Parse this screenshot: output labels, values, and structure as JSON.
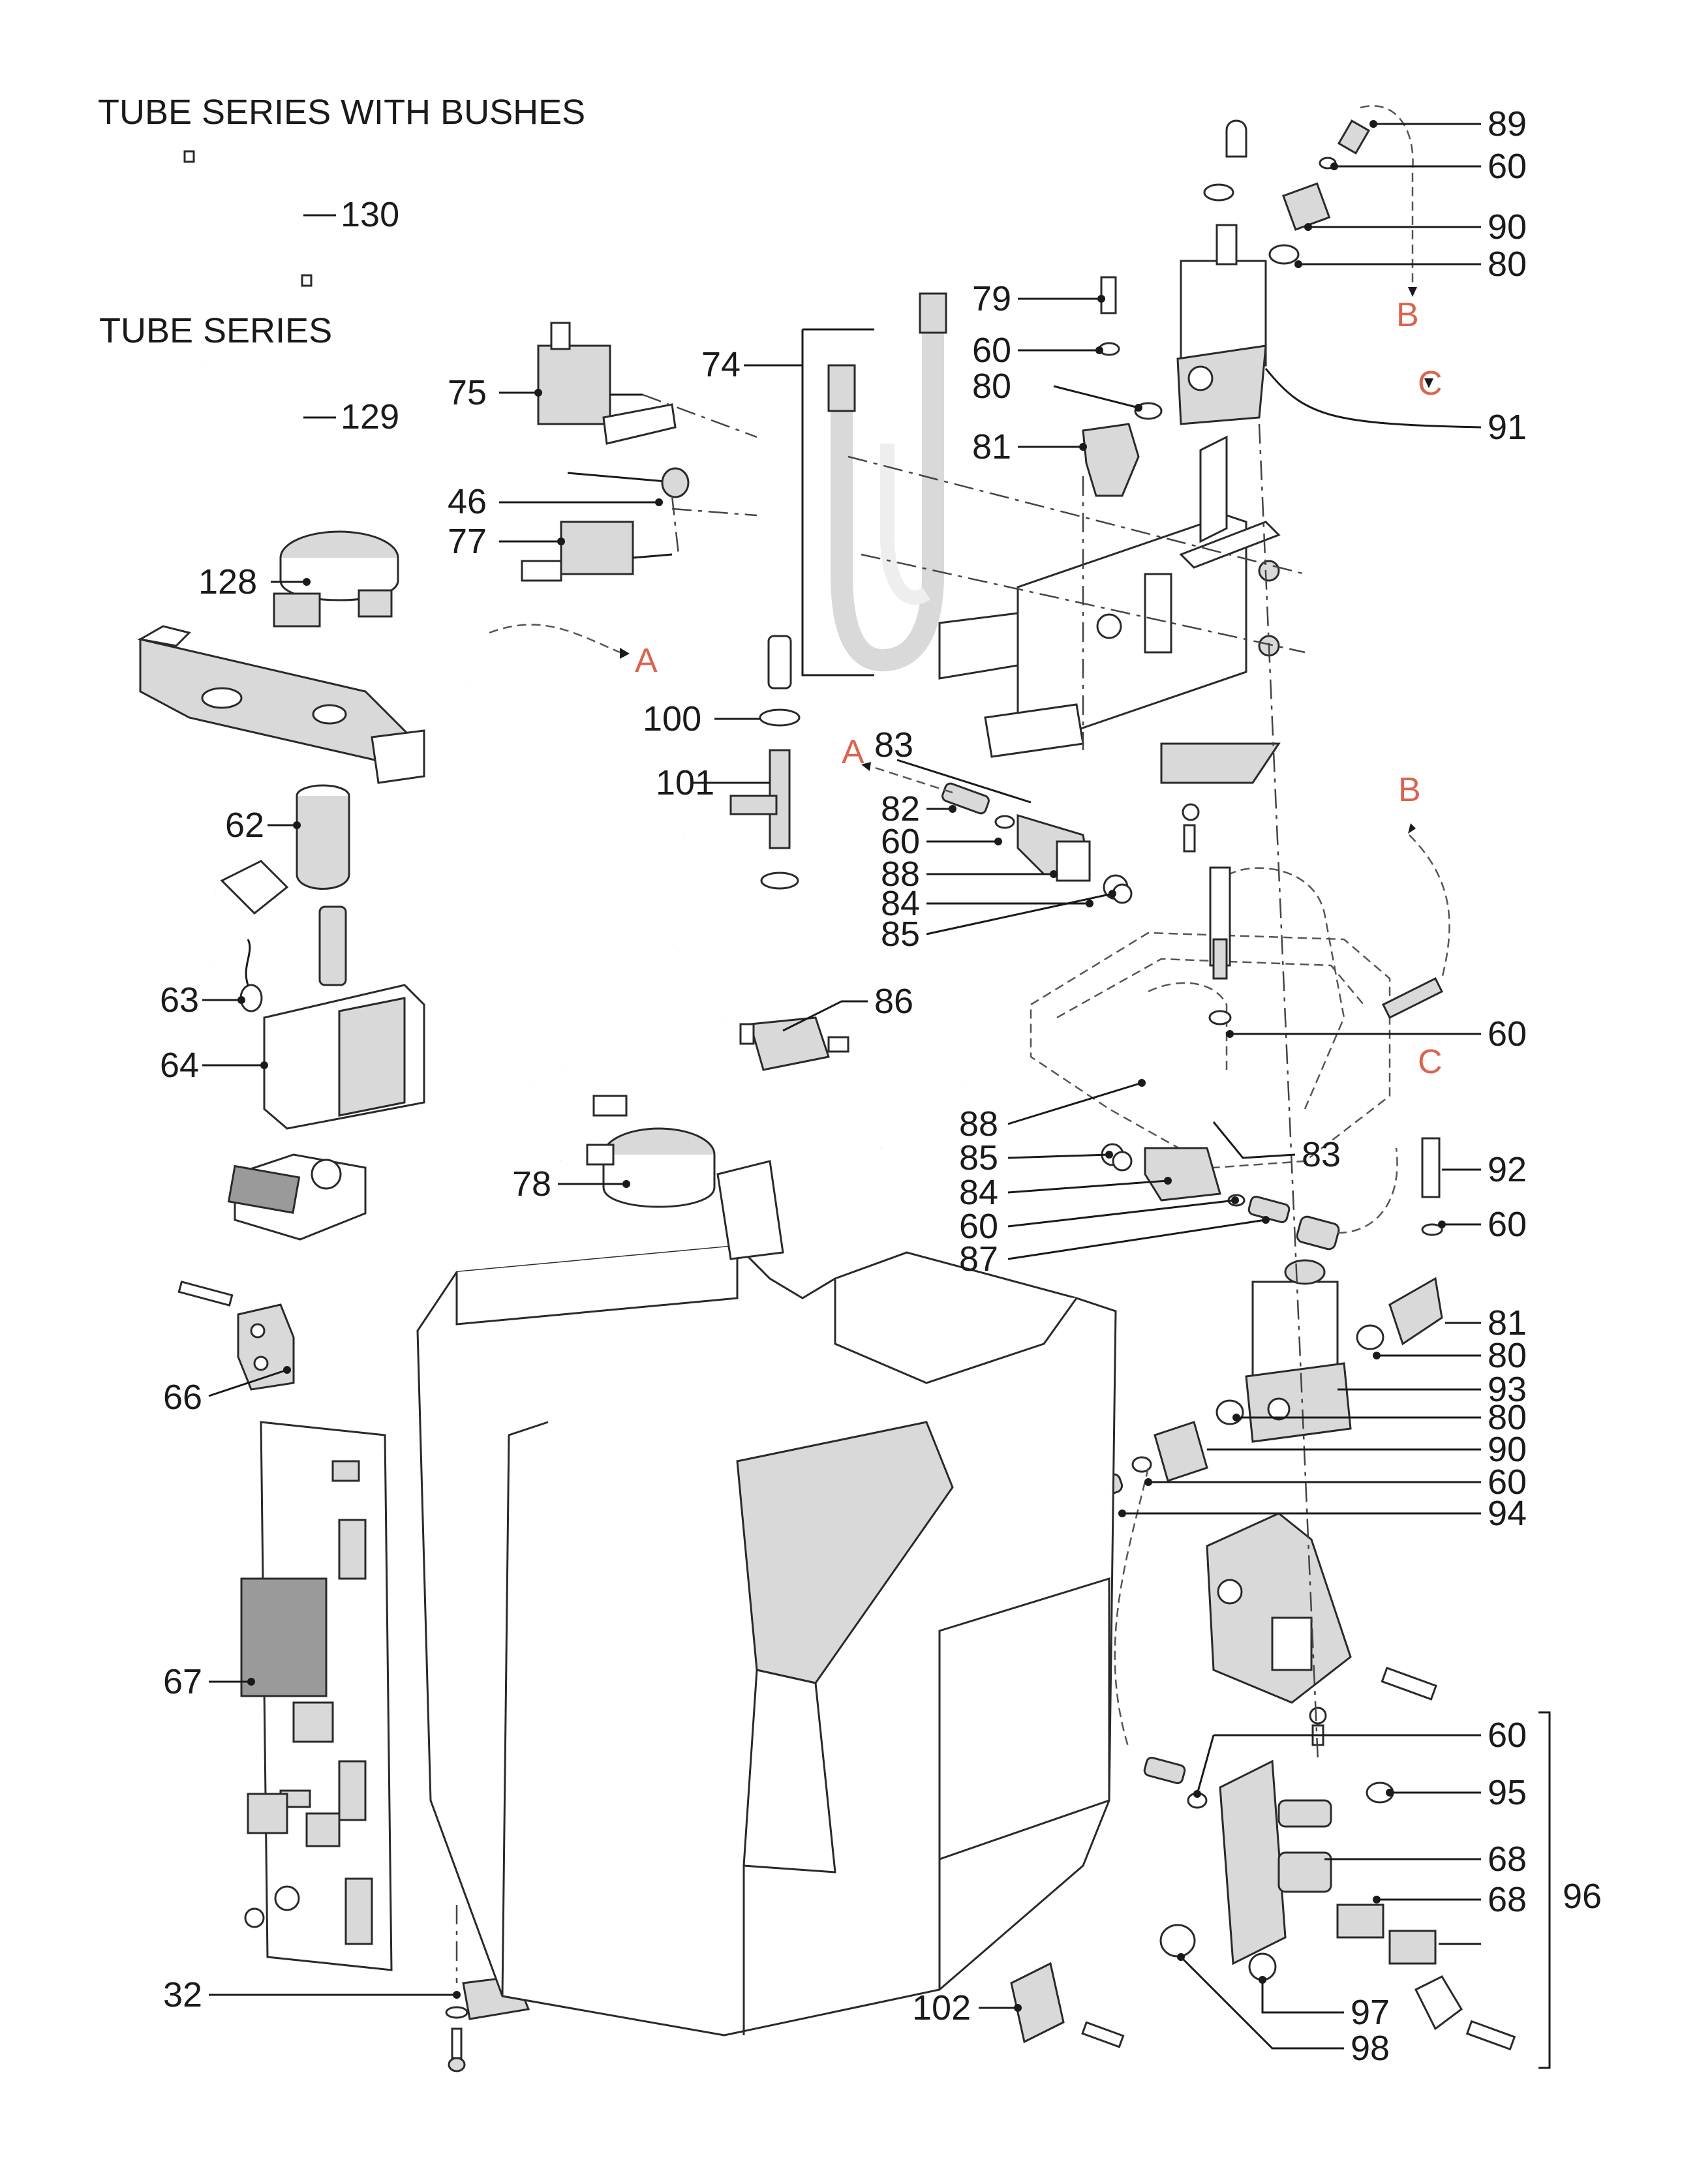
{
  "headings": {
    "tube_series_with_bushes": "TUBE SERIES WITH BUSHES",
    "tube_series": "TUBE SERIES"
  },
  "reference_letters": [
    {
      "text": "A",
      "color": "#d9654f"
    },
    {
      "text": "A",
      "color": "#d9654f"
    },
    {
      "text": "B",
      "color": "#d9654f"
    },
    {
      "text": "B",
      "color": "#d9654f"
    },
    {
      "text": "C",
      "color": "#d9654f"
    },
    {
      "text": "C",
      "color": "#d9654f"
    }
  ],
  "callouts": [
    "130",
    "129",
    "75",
    "74",
    "46",
    "77",
    "128",
    "79",
    "60",
    "80",
    "81",
    "89",
    "60",
    "90",
    "80",
    "91",
    "100",
    "83",
    "101",
    "82",
    "60",
    "62",
    "88",
    "84",
    "85",
    "63",
    "86",
    "64",
    "60",
    "88",
    "85",
    "83",
    "84",
    "92",
    "60",
    "87",
    "60",
    "78",
    "81",
    "80",
    "66",
    "93",
    "80",
    "90",
    "60",
    "94",
    "67",
    "60",
    "95",
    "96",
    "68",
    "68",
    "97",
    "98",
    "32",
    "102"
  ],
  "colors": {
    "line": "#1a1a1a",
    "reference_accent": "#d9654f",
    "part_fill": "#d9d9d9"
  }
}
